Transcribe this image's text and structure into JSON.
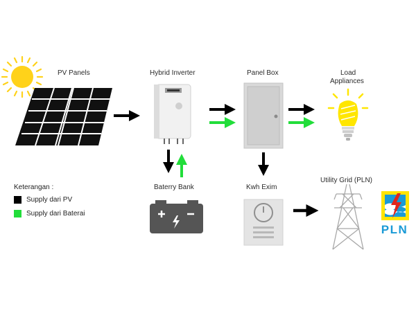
{
  "labels": {
    "pv_panels": "PV Panels",
    "hybrid_inverter": "Hybrid Inverter",
    "panel_box": "Panel Box",
    "load_line1": "Load",
    "load_line2": "Appliances",
    "battery_bank": "Baterry Bank",
    "kwh_meter": "Kwh Exim",
    "utility_grid": "Utility Grid (PLN)"
  },
  "legend": {
    "title": "Keterangan :",
    "items": [
      {
        "label": "Supply dari PV",
        "color": "#000000"
      },
      {
        "label": "Supply dari Baterai",
        "color": "#22dd3a"
      }
    ]
  },
  "logo": {
    "text": "PLN",
    "yellow": "#ffe400",
    "blue": "#1a9ad6",
    "red": "#e1261c"
  },
  "colors": {
    "pv_flow": "#000000",
    "battery_flow": "#22dd3a",
    "sun": "#ffd21a",
    "bulb": "#ffe600",
    "device_gray": "#e2e2e2",
    "battery_body": "#555555"
  },
  "icons": [
    "sun-icon",
    "solar-panel-icon",
    "hybrid-inverter-icon",
    "panel-box-icon",
    "light-bulb-icon",
    "battery-icon",
    "kwh-meter-icon",
    "transmission-tower-icon",
    "pln-logo"
  ]
}
